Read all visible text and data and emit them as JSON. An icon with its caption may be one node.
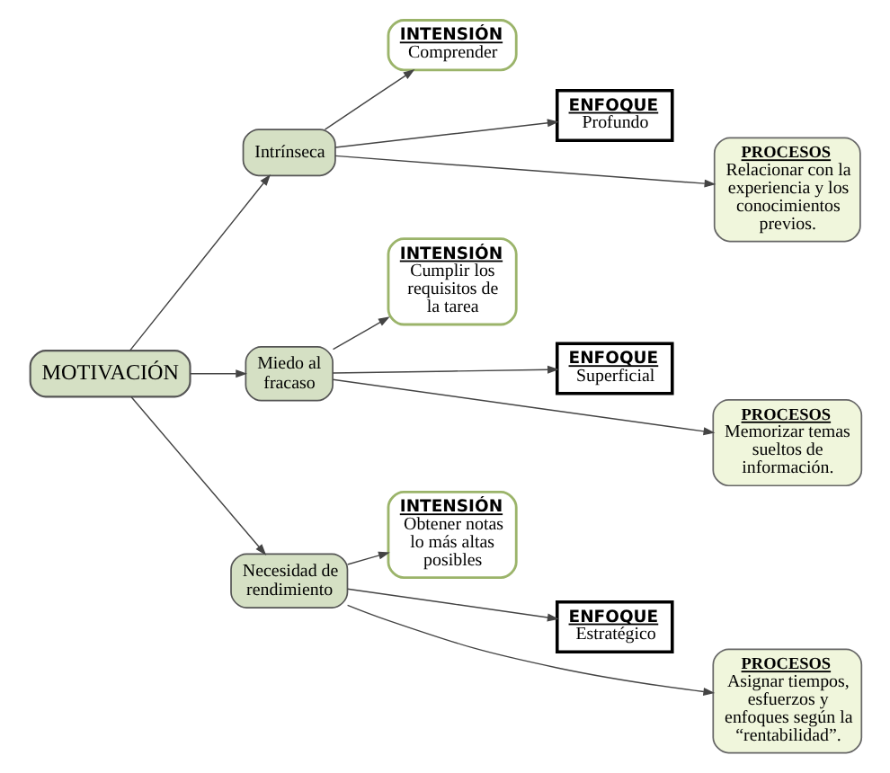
{
  "diagram": {
    "nodes": [
      {
        "text": [
          "MOTIVACIÓN"
        ]
      },
      {
        "text": [
          "Intrínseca"
        ]
      },
      {
        "text": [
          "INTENSIÓN",
          "Comprender"
        ]
      },
      {
        "text": [
          "ENFOQUE",
          "Profundo"
        ]
      },
      {
        "text": [
          "PROCESOS",
          "Relacionar con la experiencia y los conocimientos previos."
        ]
      },
      {
        "text": [
          "Miedo al fracaso"
        ]
      },
      {
        "text": [
          "INTENSIÓN",
          "Cumplir los requisitos de la tarea"
        ]
      },
      {
        "text": [
          "ENFOQUE",
          "Superficial"
        ]
      },
      {
        "text": [
          "PROCESOS",
          "Memorizar temas sueltos de información."
        ]
      },
      {
        "text": [
          "Necesidad de rendimiento"
        ]
      },
      {
        "text": [
          "INTENSIÓN",
          "Obtener notas lo más altas posibles"
        ]
      },
      {
        "text": [
          "ENFOQUE",
          "Estratégico"
        ]
      },
      {
        "text": [
          "PROCESOS",
          "Asignar tiempos, esfuerzos y enfoques según la “rentabilidad”."
        ]
      }
    ],
    "edges": [
      {
        "from": 0,
        "to": 1,
        "arrow": "to"
      },
      {
        "from": 0,
        "to": 5,
        "arrow": "to"
      },
      {
        "from": 0,
        "to": 9,
        "arrow": "to"
      },
      {
        "from": 1,
        "to": 2,
        "arrow": "to"
      },
      {
        "from": 1,
        "to": 3,
        "arrow": "to"
      },
      {
        "from": 1,
        "to": 4,
        "arrow": "to"
      },
      {
        "from": 5,
        "to": 6,
        "arrow": "to"
      },
      {
        "from": 5,
        "to": 7,
        "arrow": "to"
      },
      {
        "from": 5,
        "to": 8,
        "arrow": "to"
      },
      {
        "from": 9,
        "to": 10,
        "arrow": "to"
      },
      {
        "from": 9,
        "to": 11,
        "arrow": "to"
      },
      {
        "from": 9,
        "to": 12,
        "arrow": "to"
      }
    ]
  }
}
